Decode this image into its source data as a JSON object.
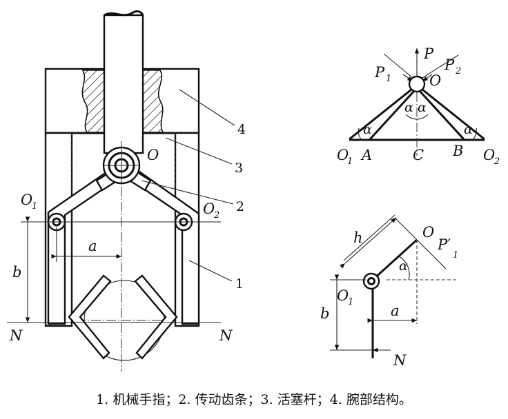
{
  "caption": "1. 机械手指；2. 传动齿条；3. 活塞杆；4. 腕部结构。",
  "left": {
    "O": "O",
    "O1": "O",
    "O1_sub": "1",
    "O2": "O",
    "O2_sub": "2",
    "a": "a",
    "b": "b",
    "N_left": "N",
    "N_right": "N",
    "part1": "1",
    "part2": "2",
    "part3": "3",
    "part4": "4"
  },
  "top_right": {
    "P": "P",
    "P1": "P",
    "P1_sub": "1",
    "P2": "P",
    "P2_sub": "2",
    "O": "O",
    "alpha_l": "α",
    "alpha_r": "α",
    "alpha_A": "α",
    "alpha_B": "α",
    "O1": "O",
    "O1_sub": "1",
    "A": "A",
    "C": "C",
    "B": "B",
    "O2": "O",
    "O2_sub": "2"
  },
  "bottom_right": {
    "h": "h",
    "O": "O",
    "P1prime": "P′",
    "P1prime_sub": "1",
    "alpha": "α",
    "O1": "O",
    "O1_sub": "1",
    "b": "b",
    "a": "a",
    "N": "N"
  }
}
